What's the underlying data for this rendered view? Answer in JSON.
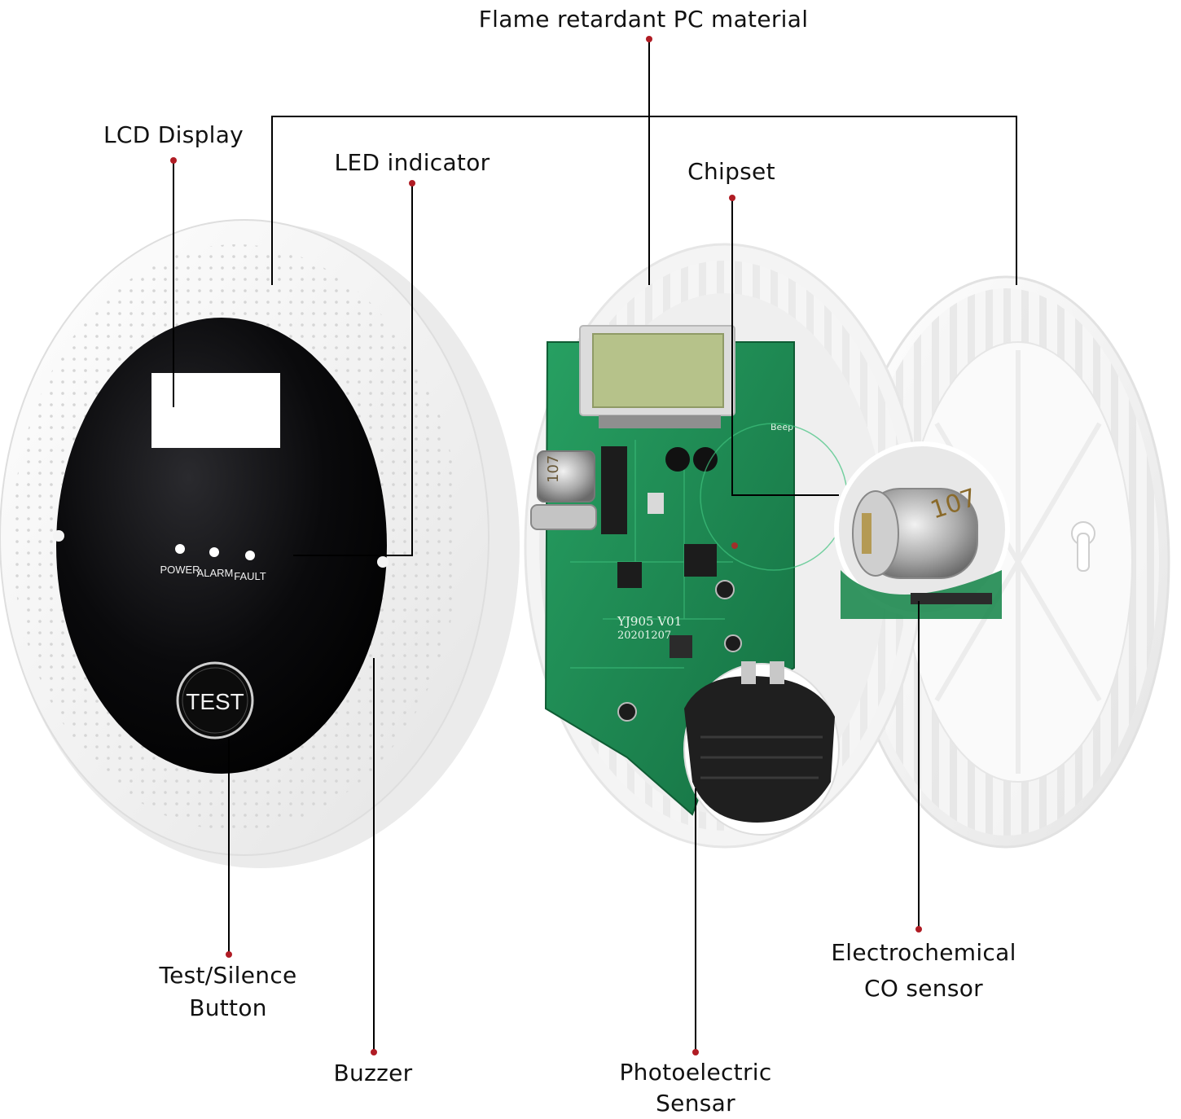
{
  "labels": {
    "flame": "Flame retardant PC material",
    "lcd": "LCD Display",
    "led": "LED indicator",
    "chipset": "Chipset",
    "test_button": [
      "Test/Silence",
      "Button"
    ],
    "buzzer": "Buzzer",
    "photoelectric": [
      "Photoelectric",
      "Sensar"
    ],
    "co_sensor": [
      "Electrochemical",
      "CO sensor"
    ]
  },
  "device": {
    "led_power": "POWER",
    "led_alarm": "ALARM",
    "led_fault": "FAULT",
    "test": "TEST",
    "board_model": "YJ905  V01",
    "board_date": "20201207",
    "board_beep": "Beep",
    "sensor_mark": "107",
    "battery_mark": "107"
  },
  "colors": {
    "callout_dot": "#b01c24",
    "callout_line": "#000000",
    "pcb": "#1e8a50",
    "face": "#0b0b0d",
    "lcd": "#b6c28a"
  }
}
